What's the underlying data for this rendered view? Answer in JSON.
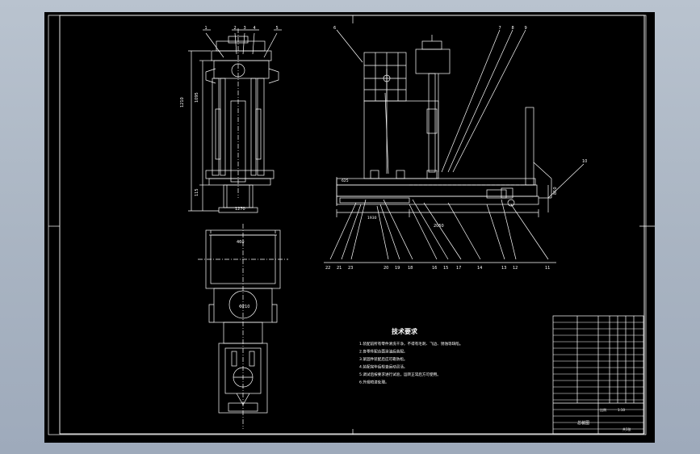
{
  "app": {
    "canvas_background": "#000000",
    "line_color": "#ffffff",
    "accent_color": "#c8c8c8"
  },
  "drawing": {
    "tech_requirements_title": "技术要求",
    "tech_requirements": [
      "1.装配前所有零件清洗干净，不得有毛刺、飞边、锈蚀等缺陷。",
      "2.各零件配合面涂油后装配。",
      "3.紧固件装配后应可靠防松。",
      "4.装配完毕后检查运动灵活。",
      "5.调试后按要求进行试验，运转正常后方可使用。",
      "6.外观喷漆处理。"
    ],
    "dimensions": {
      "front_height": "1210",
      "front_upper": "1095",
      "front_lower": "115",
      "top_width": "460",
      "plan_width": "1270",
      "side_length": "2050",
      "side_height": "810",
      "side_left": "625",
      "side_mid": "1930",
      "center_mark": "Φ210"
    },
    "balloons_top_front": [
      "1",
      "2",
      "3",
      "4",
      "5"
    ],
    "balloon_side_left": "6",
    "balloons_side_right": [
      "7",
      "8",
      "9"
    ],
    "balloon_side_end": "10",
    "balloons_bottom": [
      "22",
      "21",
      "23",
      "20",
      "19",
      "18",
      "16",
      "15",
      "17",
      "14",
      "13",
      "12",
      "11"
    ],
    "title_block": {
      "drawing_name": "总装图",
      "scale_label": "比例",
      "scale_value": "1:10",
      "sheet": "共1张"
    }
  }
}
